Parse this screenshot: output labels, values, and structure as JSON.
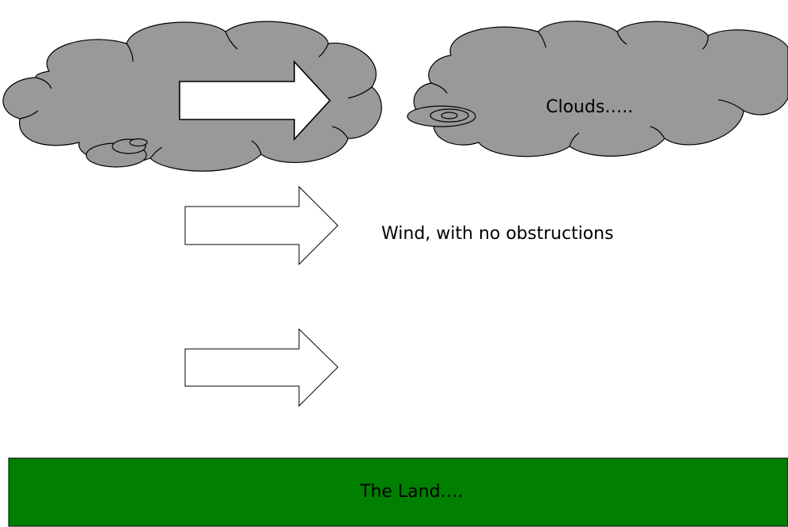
{
  "clouds_label": "Clouds…..",
  "wind_label": "Wind, with no obstructions",
  "land_label": "The Land….",
  "colors": {
    "cloud": "#999999",
    "land": "#007f00",
    "outline": "#000000",
    "arrow": "#ffffff"
  },
  "icons": [
    "cloud-shape",
    "right-arrow-shape",
    "ground-strip"
  ]
}
